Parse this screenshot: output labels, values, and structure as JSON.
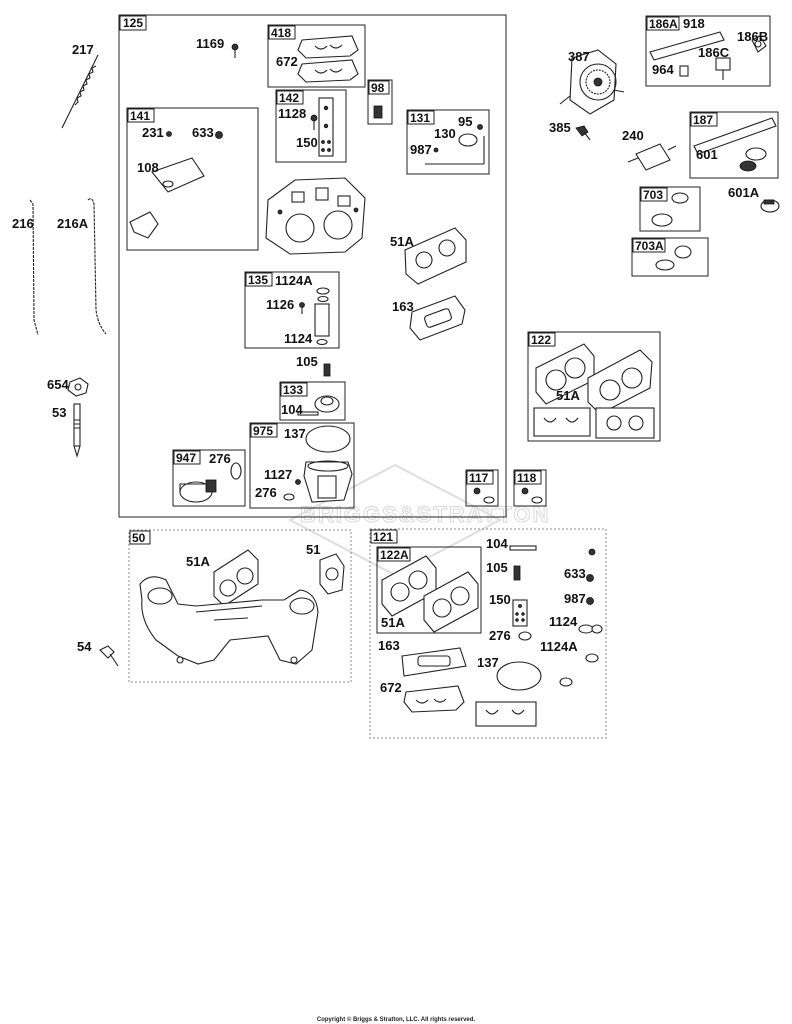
{
  "labels": {
    "l217": "217",
    "l216": "216",
    "l216A": "216A",
    "l654": "654",
    "l53": "53",
    "l54": "54",
    "l1169": "1169",
    "l672a": "672",
    "l1128": "1128",
    "l150a": "150",
    "l231": "231",
    "l633a": "633",
    "l108": "108",
    "l95": "95",
    "l130": "130",
    "l987a": "987",
    "l51Aa": "51A",
    "l1124Aa": "1124A",
    "l1126": "1126",
    "l1124a": "1124",
    "l163a": "163",
    "l105a": "105",
    "l104a": "104",
    "l137a": "137",
    "l276a": "276",
    "l1127": "1127",
    "l276b": "276",
    "l918": "918",
    "l186B": "186B",
    "l186C": "186C",
    "l964": "964",
    "l387": "387",
    "l385": "385",
    "l240": "240",
    "l601": "601",
    "l601A": "601A",
    "l51Ab": "51A",
    "l51Ac": "51A",
    "l51": "51",
    "l104b": "104",
    "l105b": "105",
    "l633b": "633",
    "l150b": "150",
    "l987b": "987",
    "l276c": "276",
    "l1124b": "1124",
    "l51Ad": "51A",
    "l163b": "163",
    "l137b": "137",
    "l1124Ab": "1124A",
    "l672b": "672"
  },
  "boxes": {
    "b125": "125",
    "b418": "418",
    "b142": "142",
    "b98": "98",
    "b141": "141",
    "b131": "131",
    "b135": "135",
    "b133": "133",
    "b975": "975",
    "b947": "947",
    "b117": "117",
    "b118": "118",
    "b186A": "186A",
    "b187": "187",
    "b703": "703",
    "b703A": "703A",
    "b122": "122",
    "b50": "50",
    "b121": "121",
    "b122A": "122A"
  },
  "watermark": "BRIGGS&STRATTON",
  "copyright": "Copyright © Briggs & Stratton, LLC. All rights reserved."
}
